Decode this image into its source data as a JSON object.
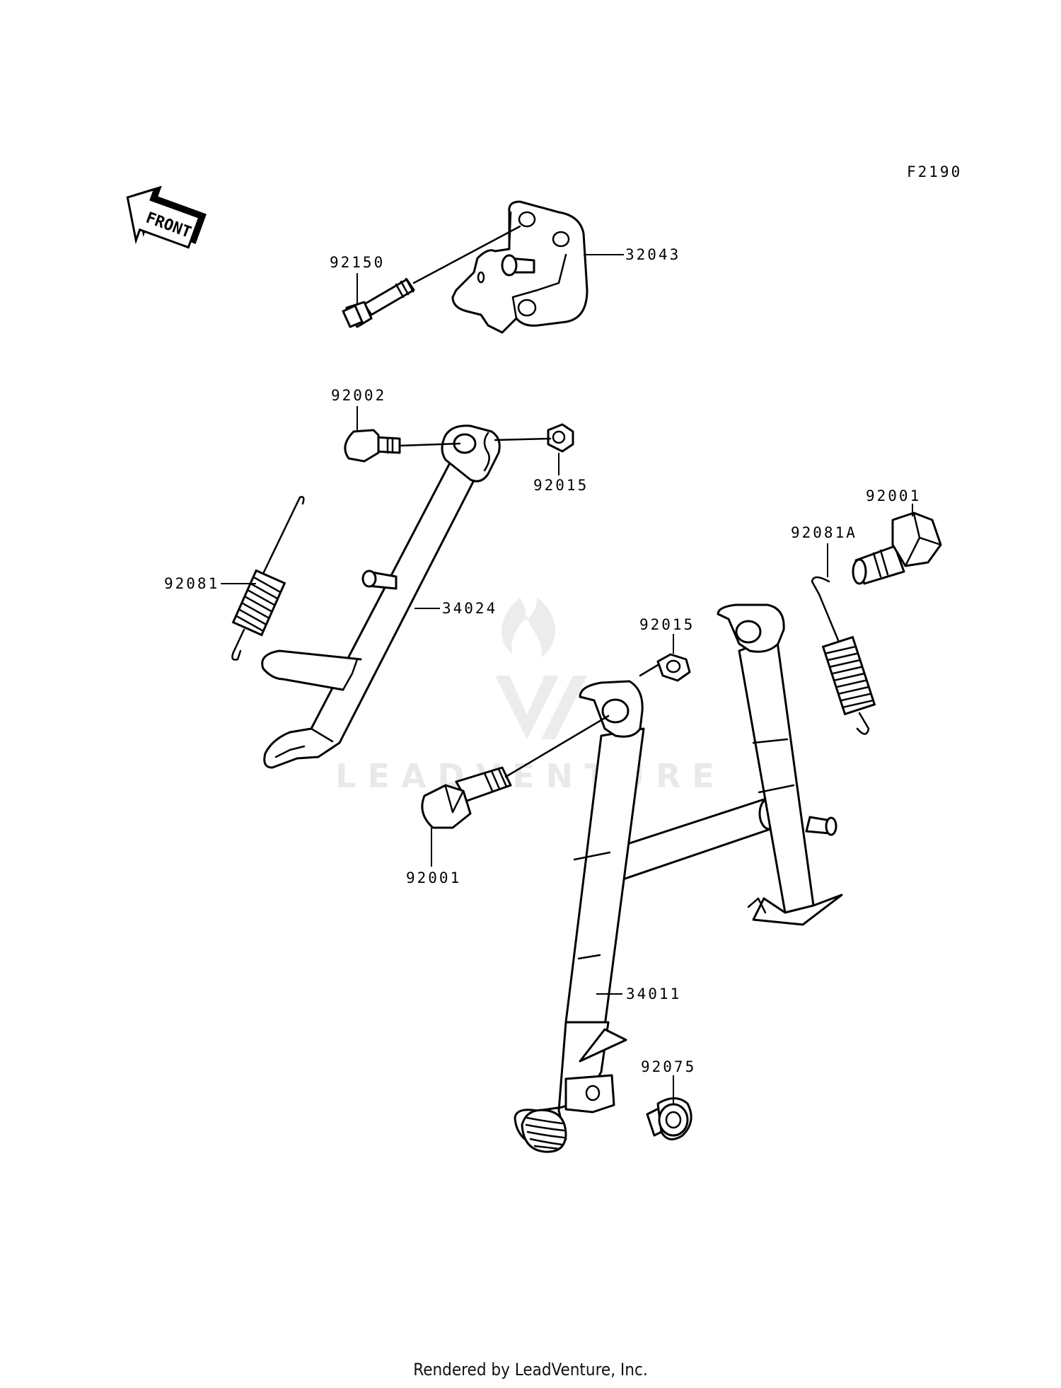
{
  "figure_code": "F2190",
  "front_label": "FRONT",
  "watermark": "LEADVENTURE",
  "footer": "Rendered by LeadVenture, Inc.",
  "callouts": {
    "bracket": "32043",
    "bracket_bolt": "92150",
    "side_stand_bolt": "92002",
    "side_stand_nut": "92015",
    "side_stand_spring": "92081",
    "side_stand": "34024",
    "center_stand_bolt_right": "92001",
    "center_stand_spring": "92081A",
    "center_stand_nut": "92015",
    "center_stand_bolt_left": "92001",
    "center_stand": "34011",
    "stopper": "92075"
  }
}
